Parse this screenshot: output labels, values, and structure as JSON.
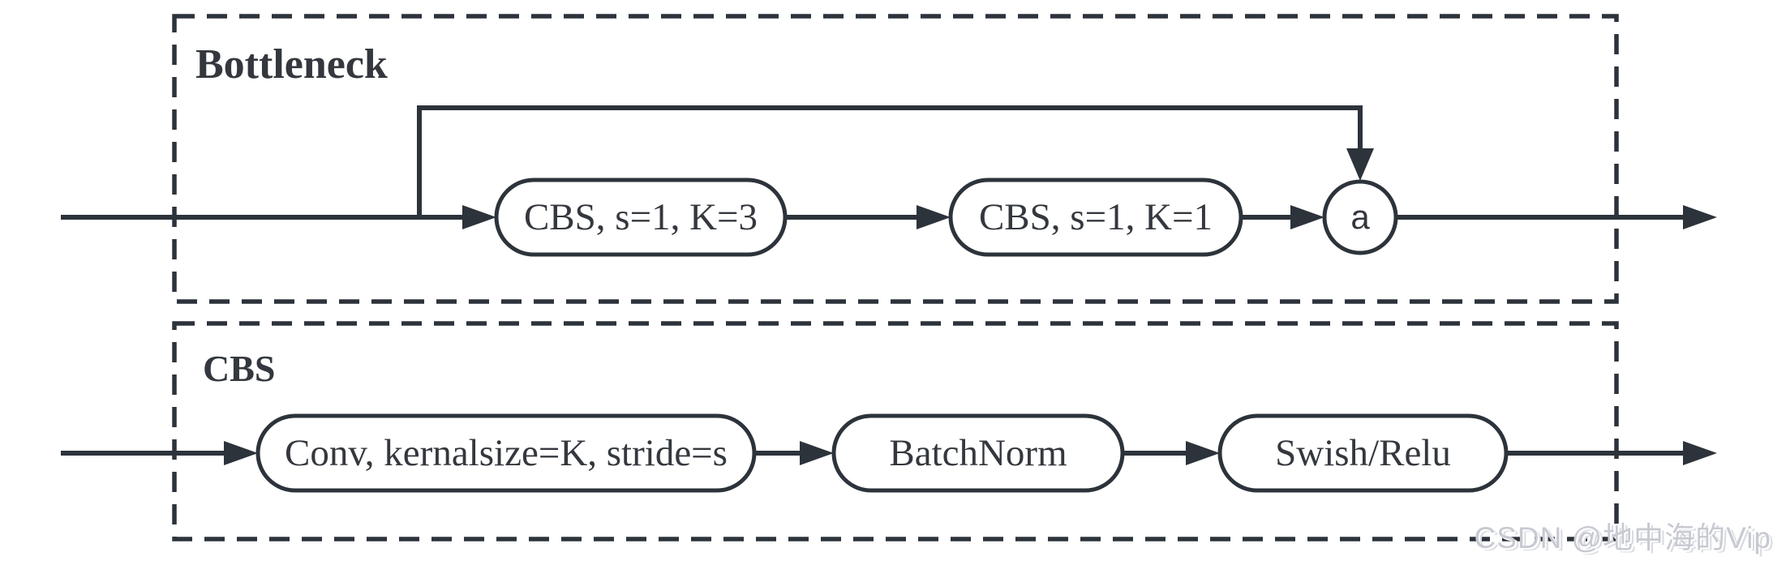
{
  "bottleneck": {
    "title": "Bottleneck",
    "nodes": [
      {
        "label": "CBS, s=1, K=3"
      },
      {
        "label": "CBS, s=1, K=1"
      }
    ],
    "add_label": "a"
  },
  "cbs": {
    "title": "CBS",
    "nodes": [
      {
        "label": "Conv, kernalsize=K, stride=s"
      },
      {
        "label": "BatchNorm"
      },
      {
        "label": "Swish/Relu"
      }
    ]
  },
  "watermark": {
    "text": "CSDN @地中海的Vip"
  },
  "colors": {
    "line": "#2d333b",
    "text": "#34383e",
    "watermark": "#c8cad2",
    "background": "#ffffff"
  }
}
